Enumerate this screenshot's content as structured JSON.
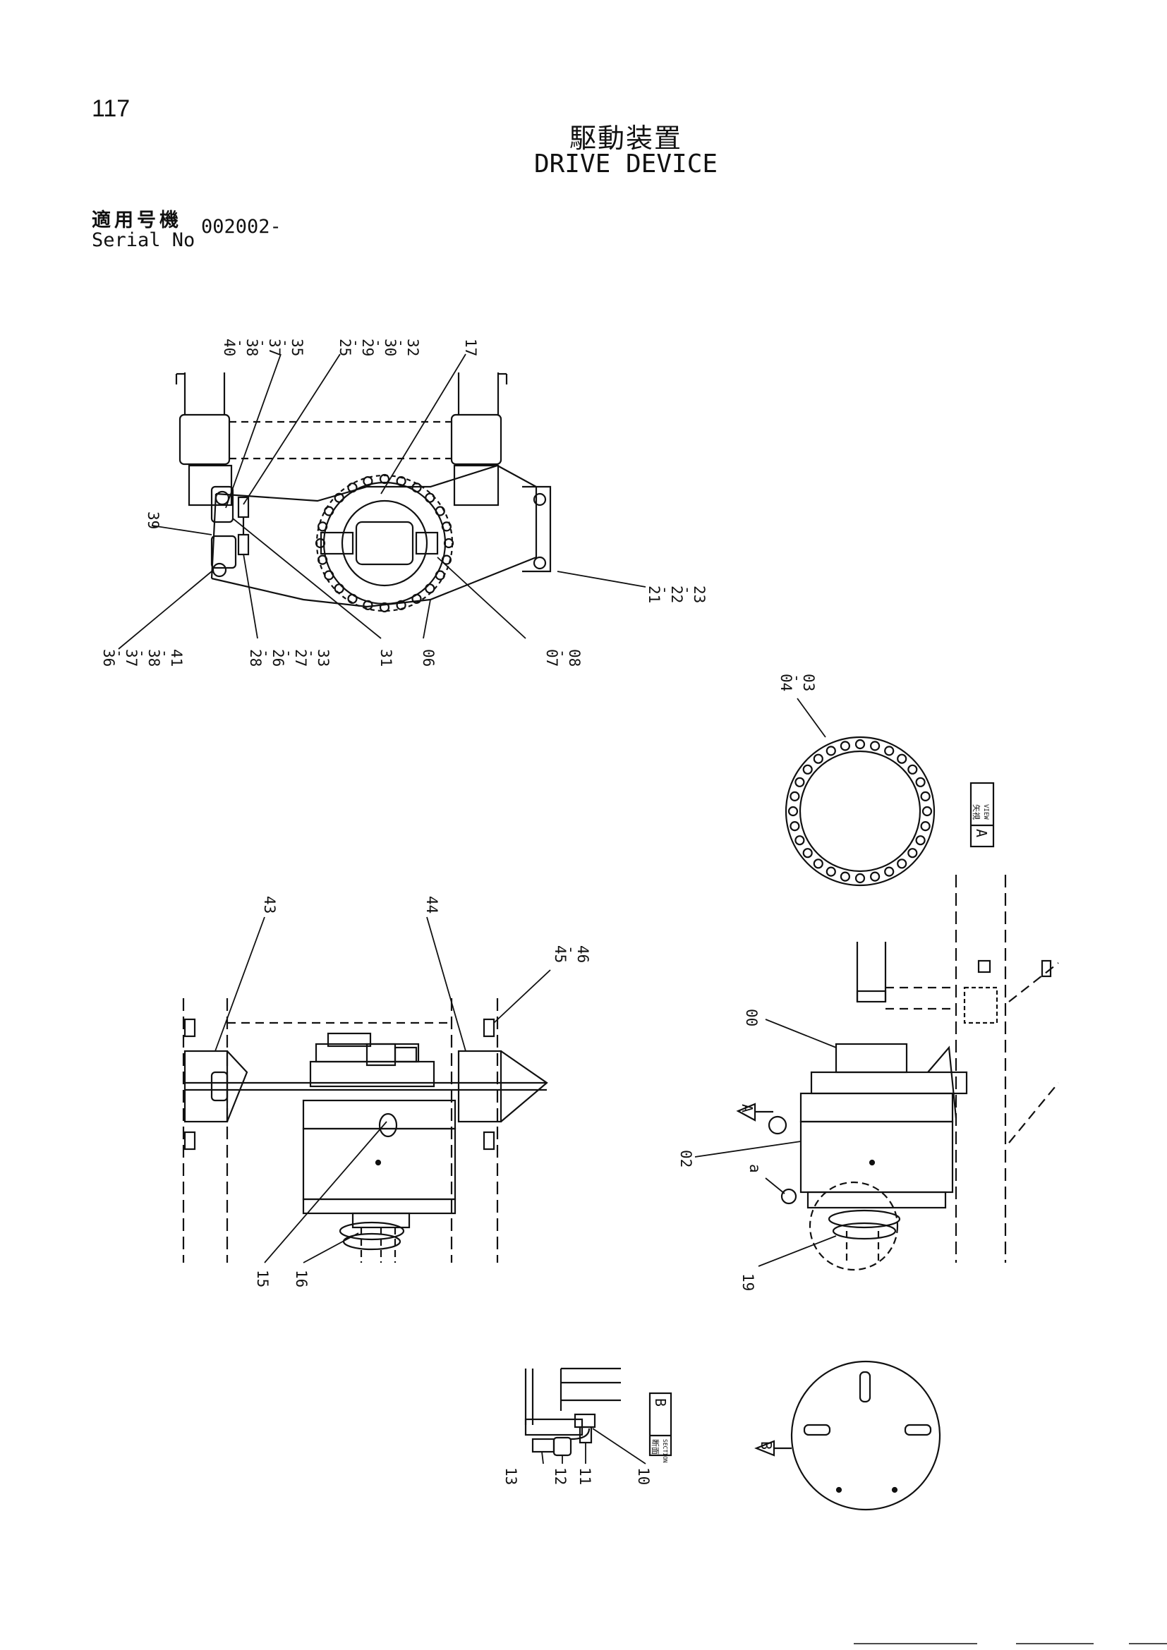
{
  "page_number": "117",
  "title_jp": "駆動装置",
  "title_en": "DRIVE DEVICE",
  "serial_label_jp": "適用号機",
  "serial_label_en": "Serial No",
  "serial_value": "002002-",
  "callouts": {
    "c40_41": "40\n-\n38\n-\n37\n-\n35",
    "c25": "25\n-\n29\n-\n30\n-\n32",
    "c17": "17",
    "c39": "39",
    "c21": "21\n-\n22\n-\n23",
    "c36": "36\n-\n37\n-\n38\n-\n41",
    "c28": "28\n-\n26\n-\n27\n-\n33",
    "c31": "31",
    "c06": "06",
    "c07": "07\n-\n08",
    "c04": "04\n-\n03",
    "c43": "43",
    "c44": "44",
    "c45": "45\n-\n46",
    "c15": "15",
    "c16": "16",
    "c00": "00",
    "c02": "02",
    "ca": "a",
    "c19": "19",
    "c13": "13",
    "c12": "12",
    "c11": "11",
    "c10": "10"
  },
  "view_labels": {
    "view_a_jp": "矢視",
    "view_a_en": "VIEW",
    "view_a_letter": "A",
    "section_b_jp": "断面",
    "section_b_en": "SECTION",
    "section_b_letter": "B",
    "arrow_a": "A",
    "arrow_b": "B"
  }
}
